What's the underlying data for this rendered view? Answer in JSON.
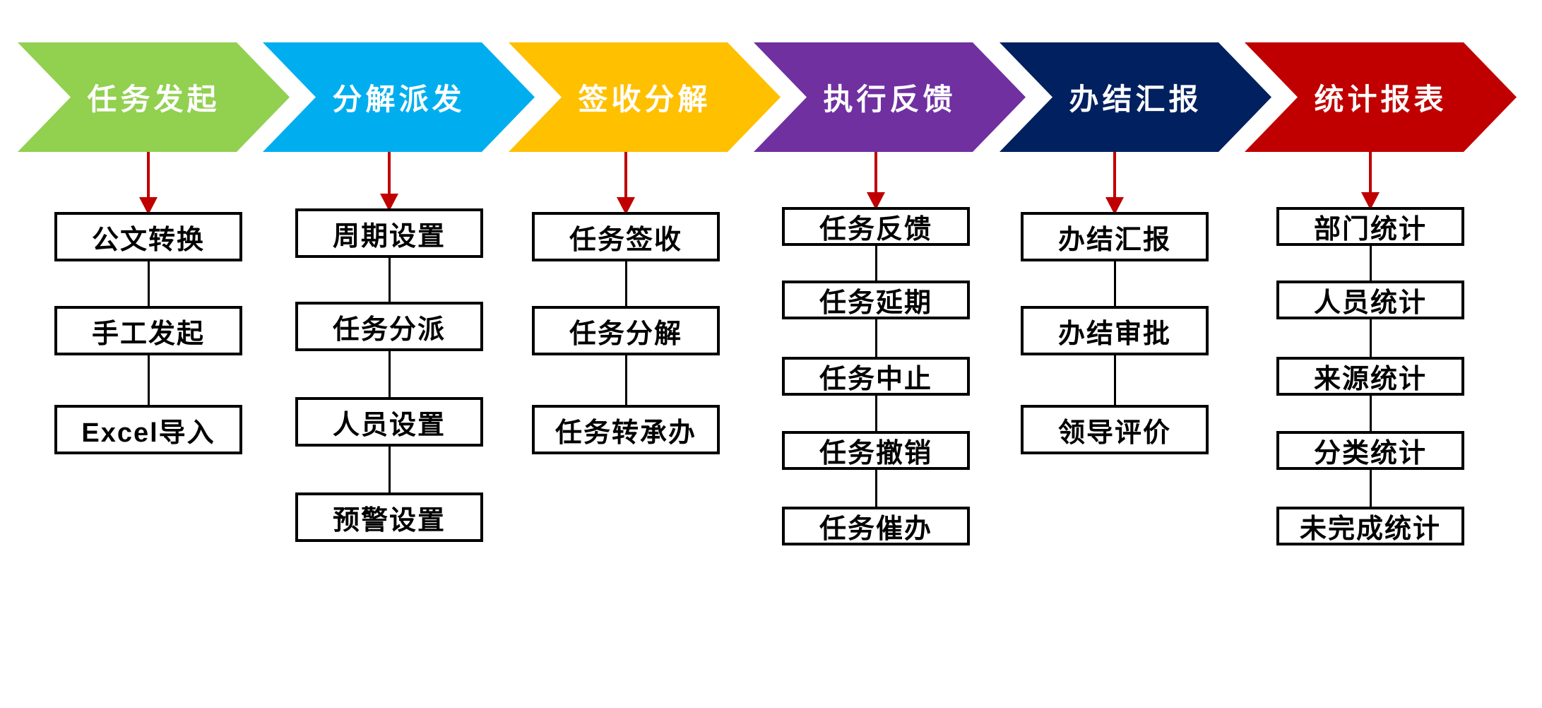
{
  "diagram": {
    "background_color": "#ffffff",
    "arrow_color": "#c00000",
    "connector_color": "#000000",
    "box_border_color": "#000000",
    "box_fill_color": "#ffffff",
    "box_text_color": "#000000",
    "chevron_text_color": "#ffffff",
    "stages": [
      {
        "label": "任务发起",
        "color": "#92d050",
        "items": [
          "公文转换",
          "手工发起",
          "Excel导入"
        ]
      },
      {
        "label": "分解派发",
        "color": "#00aeef",
        "items": [
          "周期设置",
          "任务分派",
          "人员设置",
          "预警设置"
        ]
      },
      {
        "label": "签收分解",
        "color": "#ffc000",
        "items": [
          "任务签收",
          "任务分解",
          "任务转承办"
        ]
      },
      {
        "label": "执行反馈",
        "color": "#7030a0",
        "items": [
          "任务反馈",
          "任务延期",
          "任务中止",
          "任务撤销",
          "任务催办"
        ]
      },
      {
        "label": "办结汇报",
        "color": "#002060",
        "items": [
          "办结汇报",
          "办结审批",
          "领导评价"
        ]
      },
      {
        "label": "统计报表",
        "color": "#c00000",
        "items": [
          "部门统计",
          "人员统计",
          "来源统计",
          "分类统计",
          "未完成统计"
        ]
      }
    ]
  }
}
